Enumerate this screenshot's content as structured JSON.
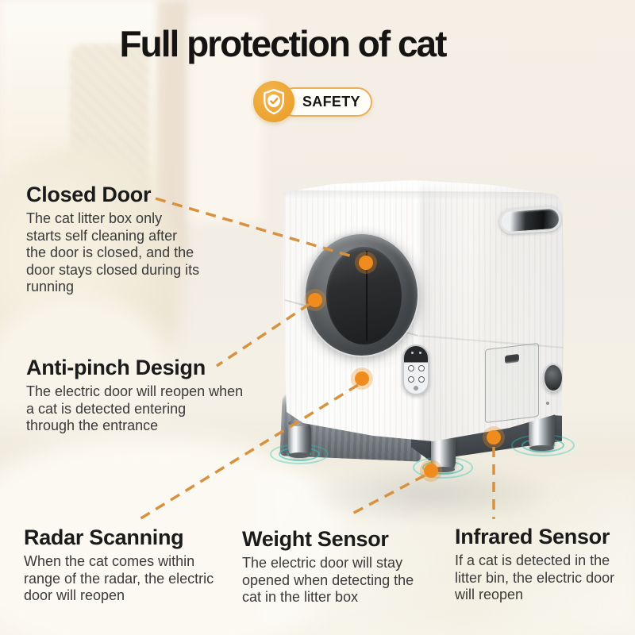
{
  "title": "Full protection of cat",
  "badge": {
    "label": "SAFETY"
  },
  "accent": {
    "callout_line_color": "#D8923F",
    "callout_dot_color": "#F08C1E",
    "badge_orange": "#ECA32F",
    "ripple_teal": "#2AC5BE",
    "heading_color": "#1B1B1B",
    "body_color": "#3A3A3A"
  },
  "features": [
    {
      "id": "closed-door",
      "title": "Closed Door",
      "description": "The cat litter box only\nstarts self cleaning after\nthe door is closed, and the\ndoor stays closed during its\nrunning"
    },
    {
      "id": "anti-pinch",
      "title": "Anti-pinch Design",
      "description": "The electric door will reopen when\na cat is detected entering\nthrough the entrance"
    },
    {
      "id": "radar-scanning",
      "title": "Radar Scanning",
      "description": "When the cat comes within\nrange of the radar, the electric\ndoor will reopen"
    },
    {
      "id": "weight-sensor",
      "title": "Weight Sensor",
      "description": "The electric door will stay\nopened when detecting the\ncat in the litter box"
    },
    {
      "id": "infrared-sensor",
      "title": "Infrared Sensor",
      "description": "If a cat is detected in the\nlitter bin, the electric door\nwill reopen"
    }
  ]
}
